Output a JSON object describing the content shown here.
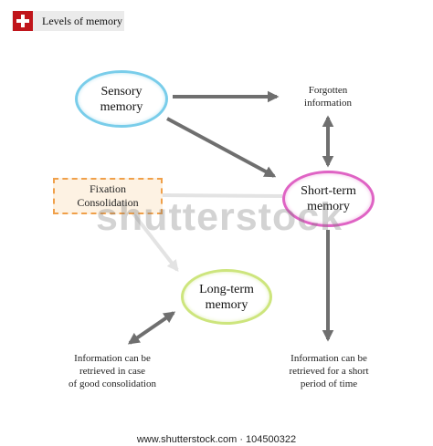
{
  "title": "Levels of memory",
  "nodes": {
    "sensory": "Sensory memory",
    "short_term": "Short-term memory",
    "long_term": "Long-term memory",
    "fixation": "Fixation Consolidation",
    "forgotten": "Forgotten information",
    "retrieved_consolidation": "Information can be retrieved in case of good consolidation",
    "retrieved_short": "Information can be retrieved for a short period of time"
  },
  "lines": {
    "sensory": [
      "Sensory",
      "memory"
    ],
    "short_term": [
      "Short-term",
      "memory"
    ],
    "long_term": [
      "Long-term",
      "memory"
    ],
    "fixation": [
      "Fixation",
      "Consolidation"
    ],
    "forgotten": [
      "Forgotten",
      "information"
    ],
    "retrieved_consolidation": [
      "Information can be",
      "retrieved in case",
      "of good consolidation"
    ],
    "retrieved_short": [
      "Information can be",
      "retrieved for a short",
      "period of time"
    ]
  },
  "watermark": "shutterstock",
  "footer": "www.shutterstock.com · 104500322",
  "colors": {
    "badge": "#c0151b",
    "sensory_border": "#79cdea",
    "short_term_border": "#df63c4",
    "long_term_border": "#cde57d",
    "fixation_border": "#f0a04a",
    "arrow": "#6f6f6f",
    "arrow_faded": "#e3e3e3"
  },
  "icons": {
    "badge": "plus-cross-icon"
  }
}
